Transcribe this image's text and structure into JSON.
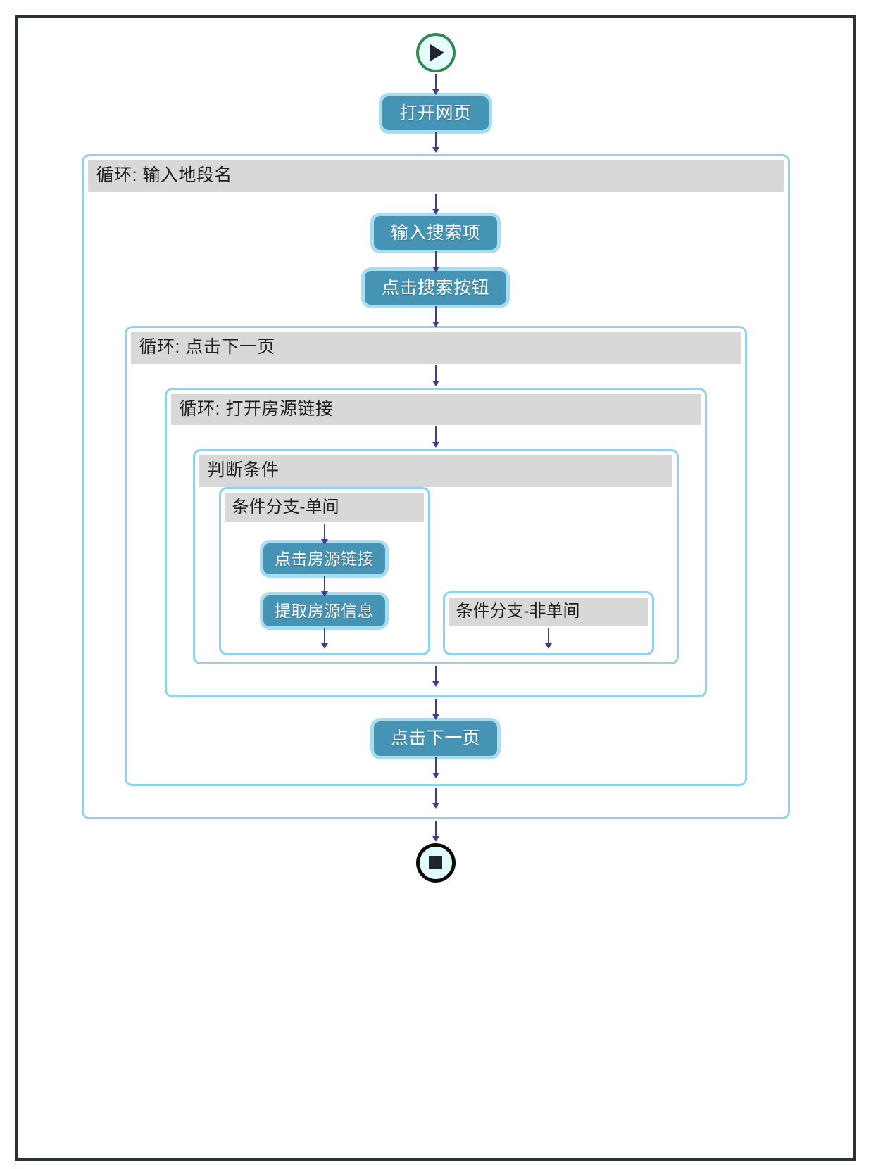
{
  "flowchart": {
    "start": {
      "icon": "play-icon",
      "label": "开始"
    },
    "end": {
      "icon": "stop-icon",
      "label": "结束"
    },
    "nodes": {
      "open_page": "打开网页",
      "input_search": "输入搜索项",
      "click_search": "点击搜索按钮",
      "click_listing_link": "点击房源链接",
      "extract_listing": "提取房源信息",
      "click_next_page": "点击下一页"
    },
    "loops": {
      "district": "循环: 输入地段名",
      "next_page": "循环: 点击下一页",
      "listing_link": "循环: 打开房源链接"
    },
    "condition": {
      "title": "判断条件",
      "branch_single": "条件分支-单间",
      "branch_not_single": "条件分支-非单间"
    },
    "colors": {
      "node_fill": "#4694b5",
      "node_glow": "#a9dcef",
      "block_border": "#8ed2ee",
      "block_title_bg": "#d8d8d8",
      "arrow": "#3b3f8c",
      "start_ring": "#2e8b50",
      "end_ring": "#0b0b0b",
      "frame": "#2b3139"
    }
  }
}
